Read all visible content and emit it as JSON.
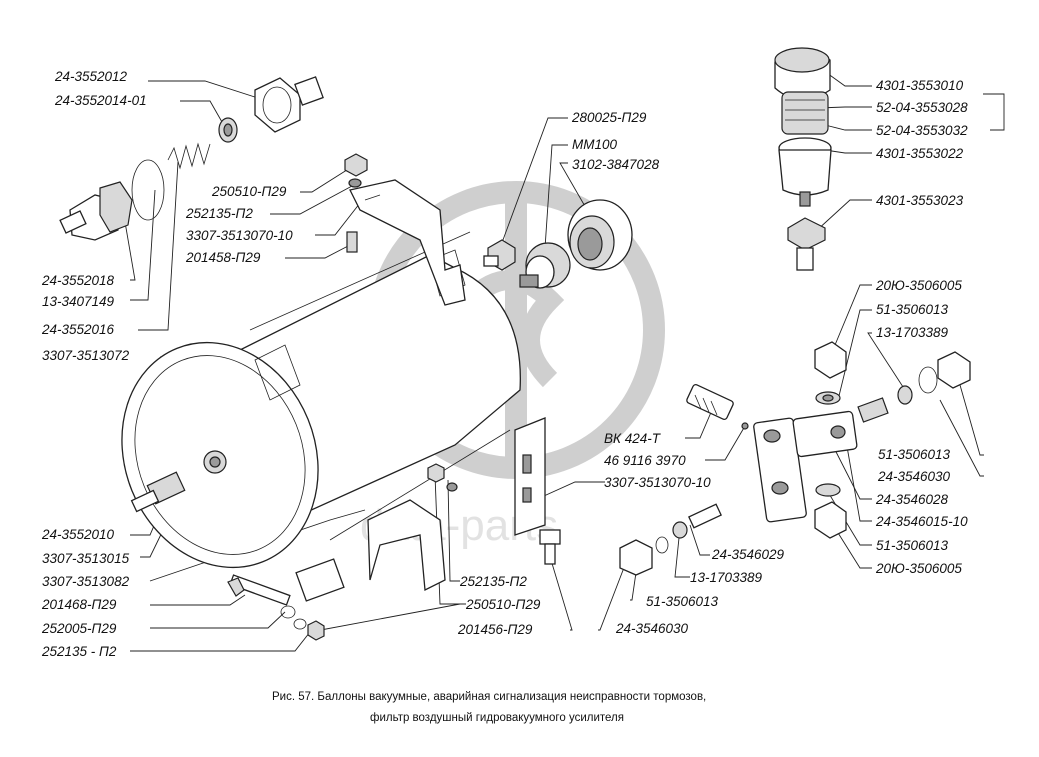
{
  "watermark": {
    "text": "data-parts"
  },
  "labels": {
    "a1": "24-3552012",
    "a2": "24-3552014-01",
    "a3": "24-3552018",
    "a4": "13-3407149",
    "a5": "24-3552016",
    "a6": "3307-3513072",
    "b1": "250510-П29",
    "b2": "252135-П2",
    "b3": "3307-3513070-10",
    "b4": "201458-П29",
    "c1": "280025-П29",
    "c2": "ММ100",
    "c3": "3102-3847028",
    "d1": "4301-3553010",
    "d2": "52-04-3553028",
    "d3": "52-04-3553032",
    "d4": "4301-3553022",
    "d5": "4301-3553023",
    "e1": "20Ю-3506005",
    "e2": "51-3506013",
    "e3": "13-1703389",
    "e4": "51-3506013",
    "e5": "24-3546030",
    "e6": "24-3546028",
    "e7": "24-3546015-10",
    "e8": "51-3506013",
    "e9": "20Ю-3506005",
    "f1": "ВК 424-Т",
    "f2": "46 9116 3970",
    "f3": "3307-3513070-10",
    "g1": "24-3546029",
    "g2": "13-1703389",
    "g3": "51-3506013",
    "g4": "24-3546030",
    "h1": "24-3552010",
    "h2": "3307-3513015",
    "h3": "3307-3513082",
    "h4": "201468-П29",
    "h5": "252005-П29",
    "h6": "252135 - П2",
    "i1": "252135-П2",
    "i2": "250510-П29",
    "i3": "201456-П29"
  },
  "caption": {
    "line1": "Рис. 57. Баллоны вакуумные, аварийная сигнализация неисправности тормозов,",
    "line2": "фильтр воздушный гидровакуумного усилителя"
  }
}
